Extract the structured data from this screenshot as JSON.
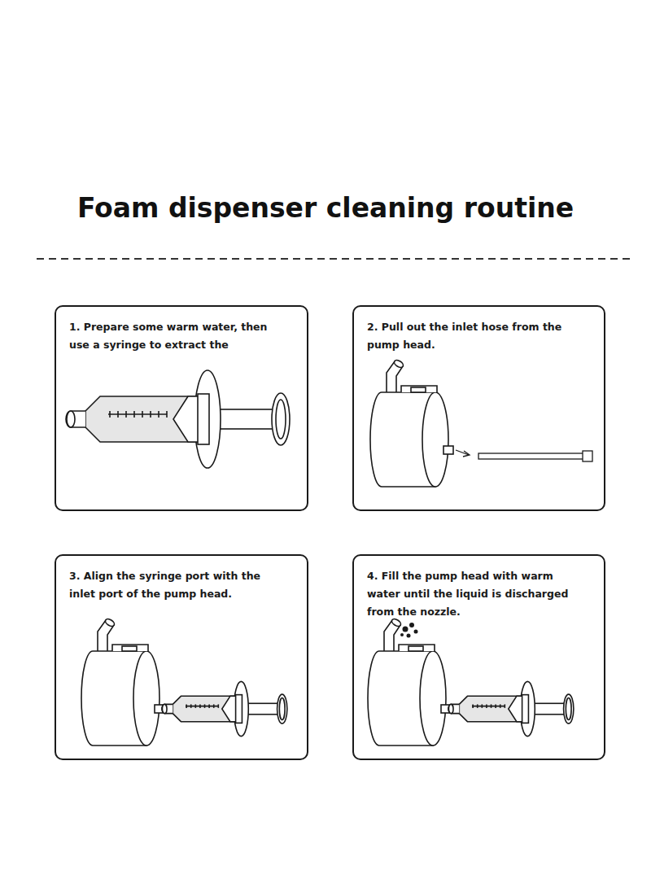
{
  "diagram": {
    "title": "Foam dispenser cleaning routine",
    "nodes": [
      {
        "text": [
          "1. Prepare some warm water, then use a syringe to extract the"
        ]
      },
      {
        "text": [
          "2. Pull out the inlet hose from the pump head."
        ]
      },
      {
        "text": [
          "3. Align the syringe port with the inlet port of the pump head."
        ]
      },
      {
        "text": [
          "4. Fill the pump head with warm water until the liquid is discharged from the nozzle."
        ]
      }
    ]
  }
}
